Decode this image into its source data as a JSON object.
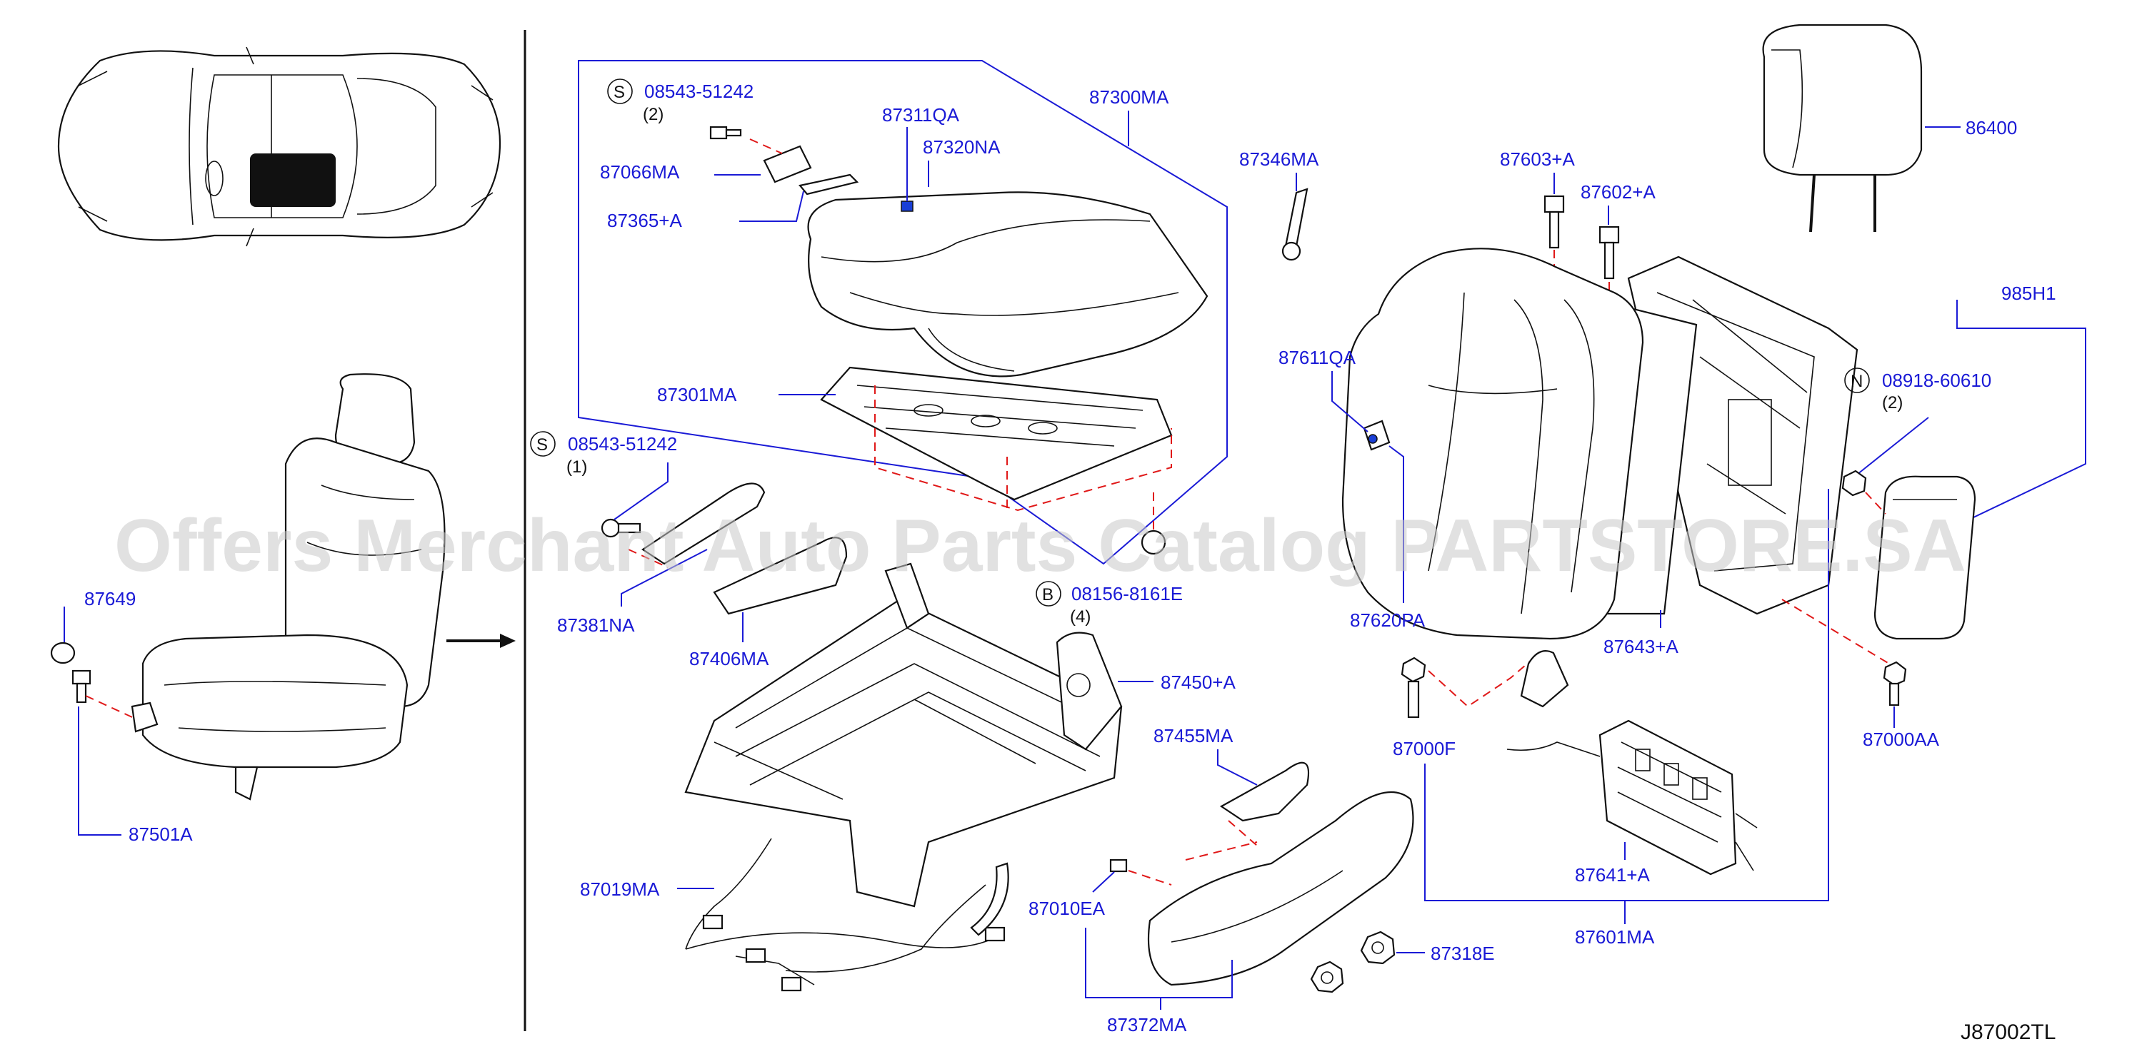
{
  "diagram_code": "J87002TL",
  "watermark": "Offers Merchant Auto Parts Catalog PARTSTORE.SA",
  "parts": {
    "p87300MA": "87300MA",
    "p87311QA": "87311QA",
    "p87320NA": "87320NA",
    "p87066MA": "87066MA",
    "p87365A": "87365+A",
    "p87301MA": "87301MA",
    "p87346MA": "87346MA",
    "p87603A": "87603+A",
    "p87602A": "87602+A",
    "p86400": "86400",
    "p985H1": "985H1",
    "p87611QA": "87611QA",
    "p87620PA": "87620PA",
    "p87643A": "87643+A",
    "p87000AA": "87000AA",
    "p87000F": "87000F",
    "p87641A": "87641+A",
    "p87601MA": "87601MA",
    "p87649": "87649",
    "p87501A": "87501A",
    "p87381NA": "87381NA",
    "p87406MA": "87406MA",
    "p87450A": "87450+A",
    "p87455MA": "87455MA",
    "p87019MA": "87019MA",
    "p87010EA": "87010EA",
    "p87372MA": "87372MA",
    "p87318E": "87318E"
  },
  "fasteners": {
    "s1": {
      "symbol": "S",
      "part": "08543-51242",
      "qty": "(2)"
    },
    "s2": {
      "symbol": "S",
      "part": "08543-51242",
      "qty": "(1)"
    },
    "b1": {
      "symbol": "B",
      "part": "08156-8161E",
      "qty": "(4)"
    },
    "n1": {
      "symbol": "N",
      "part": "08918-60610",
      "qty": "(2)"
    }
  },
  "colors": {
    "label": "#1a1ad6",
    "dashed_link": "#e01818",
    "line_art": "#111111",
    "watermark": "#c8c8c8"
  }
}
